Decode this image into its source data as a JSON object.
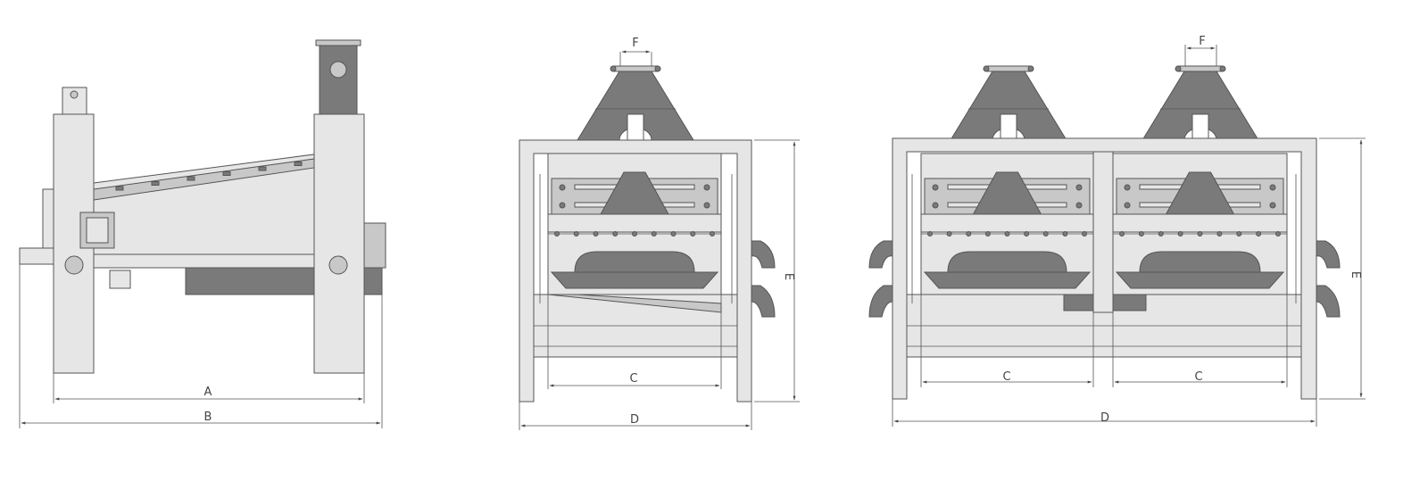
{
  "views": {
    "side": {
      "dim_overall_length": "B",
      "dim_column_span": "A"
    },
    "front_single": {
      "dim_frame_width": "D",
      "dim_screen_width": "C",
      "dim_height": "E",
      "dim_inlet": "F"
    },
    "front_double": {
      "dim_frame_width": "D",
      "dim_screen_width_left": "C",
      "dim_screen_width_right": "C",
      "dim_height": "E",
      "dim_inlet": "F"
    }
  },
  "colors": {
    "light": "#e6e6e6",
    "mid": "#c8c8c8",
    "dark": "#7a7a7a",
    "line": "#555555"
  }
}
